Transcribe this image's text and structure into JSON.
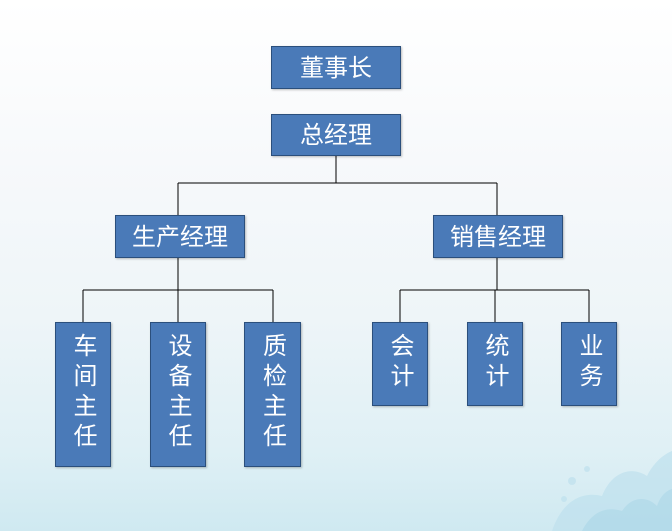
{
  "org_chart": {
    "chairman": "董事长",
    "general_manager": "总经理",
    "production_manager": "生产经理",
    "sales_manager": "销售经理",
    "workshop_director": "车间主任",
    "equipment_director": "设备主任",
    "quality_director": "质检主任",
    "accounting": "会计",
    "statistics": "统计",
    "business": "业务"
  },
  "colors": {
    "box_fill": "#4a7ab8",
    "box_border": "#2b4f7c",
    "text": "#ffffff",
    "connector": "#000000"
  }
}
